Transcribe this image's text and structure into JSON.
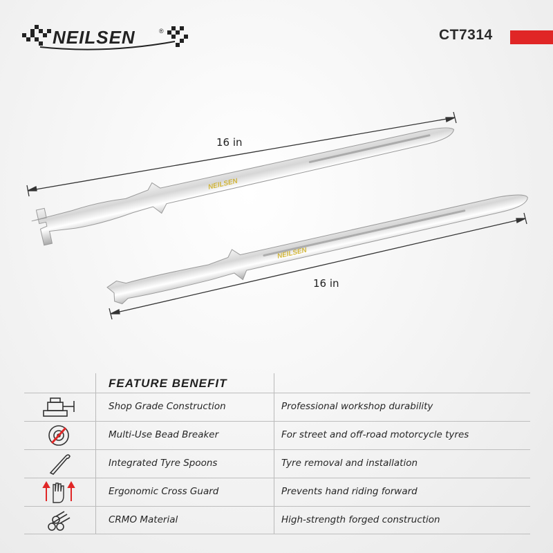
{
  "brand": {
    "name": "NEILSEN",
    "registered": "®",
    "accent_color": "#e02626"
  },
  "product_code": "CT7314",
  "dimensions": {
    "top_tool_length": "16 in",
    "bottom_tool_length": "16 in"
  },
  "tool_engraving": "NEILSEN",
  "table": {
    "header": "FEATURE BENEFIT",
    "rows": [
      {
        "icon": "vise-icon",
        "feature": "Shop Grade Construction",
        "benefit": "Professional workshop durability"
      },
      {
        "icon": "tyre-wrench-icon",
        "feature": "Multi-Use Bead Breaker",
        "benefit": "For street and off-road motorcycle tyres"
      },
      {
        "icon": "tyre-spoon-icon",
        "feature": "Integrated Tyre Spoons",
        "benefit": "Tyre removal and installation"
      },
      {
        "icon": "hand-arrows-icon",
        "feature": "Ergonomic Cross Guard",
        "benefit": "Prevents hand riding forward"
      },
      {
        "icon": "metal-bars-icon",
        "feature": "CRMO Material",
        "benefit": "High-strength forged construction"
      }
    ]
  }
}
